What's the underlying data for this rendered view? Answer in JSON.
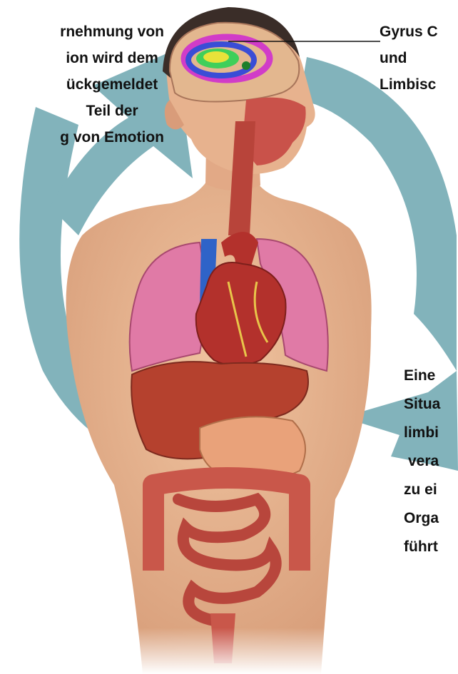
{
  "labels": {
    "left": [
      "rnehmung von",
      "ion wird dem",
      "ückgemeldet",
      "Teil der",
      "g von Emotion"
    ],
    "top_right": [
      "Gyrus C",
      "und",
      "Limbisc"
    ],
    "bottom_right": [
      "Eine",
      "Situa",
      "limbi",
      "vera",
      "zu ei",
      "Orga",
      "führt"
    ]
  },
  "colors": {
    "cycle_arrow": "#5f9ea8",
    "skin": "#e8b48e",
    "hair": "#3a2d28",
    "brain": "#e3b78f",
    "limbic_magenta": "#d13cc8",
    "limbic_blue": "#3a4dd6",
    "limbic_green": "#3fcf5a",
    "limbic_yellow": "#e8e23a",
    "lungs": "#e07aa6",
    "heart": "#b3312c",
    "vessel_blue": "#2f63c8",
    "liver": "#b5412e",
    "stomach": "#e9a27a",
    "intestine": "#c9574a"
  }
}
